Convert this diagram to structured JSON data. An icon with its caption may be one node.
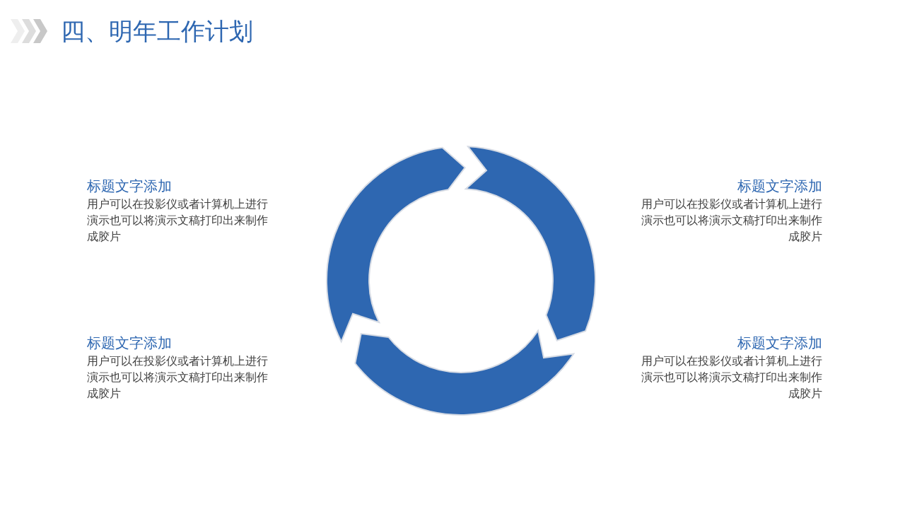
{
  "diagram": {
    "title": "四、明年工作计划",
    "labels": [
      "标题文字添加",
      "用户可以在投影仪或者计算机上进行演示也可以将演示文稿打印出来制作成胶片",
      "标题文字添加",
      "用户可以在投影仪或者计算机上进行演示也可以将演示文稿打印出来制作成胶片",
      "标题文字添加",
      "用户可以在投影仪或者计算机上进行演示也可以将演示文稿打印出来制作成胶片",
      "标题文字添加",
      "用户可以在投影仪或者计算机上进行演示也可以将演示文稿打印出来制作成胶片"
    ]
  }
}
